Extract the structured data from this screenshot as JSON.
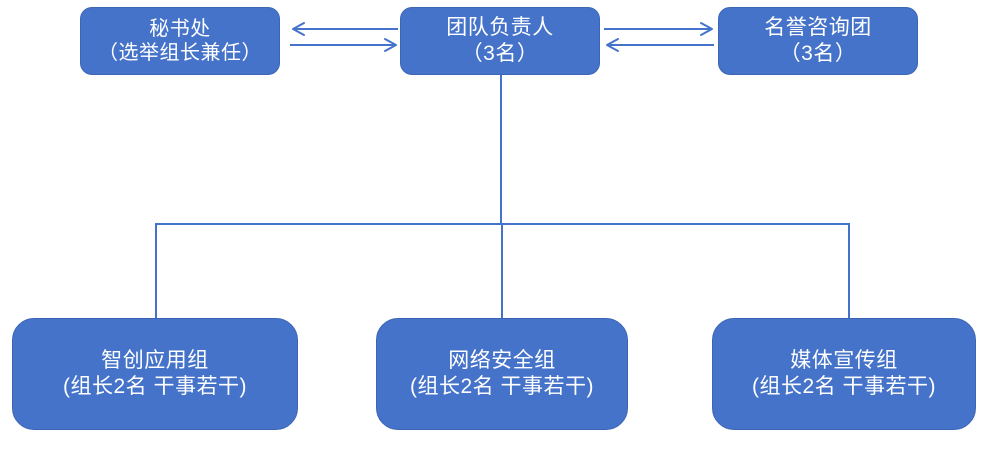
{
  "diagram": {
    "type": "organizational-chart",
    "title": "",
    "background_color": "#FFFFFF",
    "node_fill_color": "#4573C9",
    "node_text_color": "#FFFFFF",
    "connector_color": "#4573C9",
    "top_row": {
      "secretariat": {
        "line1": "秘书处",
        "line2": "（选举组长兼任）"
      },
      "leader": {
        "line1": "团队负责人",
        "line2": "（3名）"
      },
      "advisory": {
        "line1": "名誉咨询团",
        "line2": "（3名）"
      }
    },
    "bottom_row": [
      {
        "line1": "智创应用组",
        "line2": "(组长2名 干事若干)"
      },
      {
        "line1": "网络安全组",
        "line2": "(组长2名 干事若干)"
      },
      {
        "line1": "媒体宣传组",
        "line2": "(组长2名 干事若干)"
      }
    ],
    "connectors": {
      "left_pair": {
        "upper_direction": "left",
        "lower_direction": "right"
      },
      "right_pair": {
        "upper_direction": "right",
        "lower_direction": "left"
      },
      "tree": "leader-to-three-groups"
    }
  }
}
